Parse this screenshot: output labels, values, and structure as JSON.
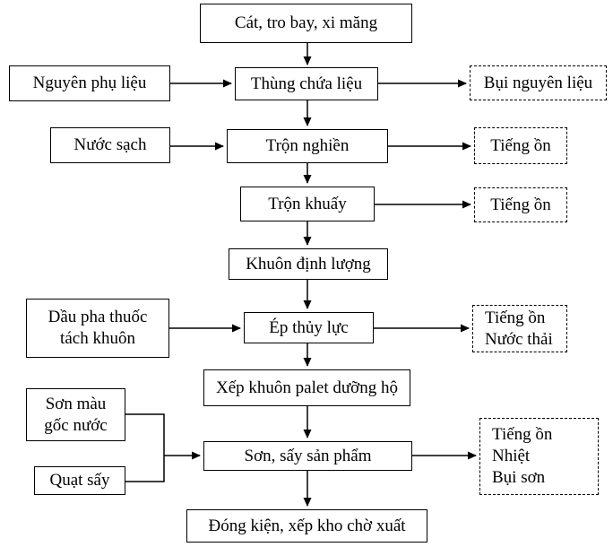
{
  "diagram": {
    "type": "flowchart",
    "language": "vi",
    "colors": {
      "line": "#000000",
      "border": "#000000",
      "text": "#000000",
      "background": "#ffffff"
    },
    "nodes": {
      "cat_tro_bay": {
        "label": "Cát, tro bay, xi măng",
        "style": "solid"
      },
      "thung_chua_lieu": {
        "label": "Thùng chứa liệu",
        "style": "solid"
      },
      "tron_nghien": {
        "label": "Trộn nghiền",
        "style": "solid"
      },
      "tron_khuay": {
        "label": "Trộn khuấy",
        "style": "solid"
      },
      "khuon_dinh_luong": {
        "label": "Khuôn định lượng",
        "style": "solid"
      },
      "ep_thuy_luc": {
        "label": "Ép thủy lực",
        "style": "solid"
      },
      "xep_khuon_palet": {
        "label": "Xếp khuôn palet dưỡng hộ",
        "style": "solid"
      },
      "son_say_san_pham": {
        "label": "Sơn, sấy sản phẩm",
        "style": "solid"
      },
      "dong_kien": {
        "label": "Đóng kiện, xếp kho chờ xuất",
        "style": "solid"
      },
      "nguyen_phu_lieu": {
        "label": "Nguyên phụ liệu",
        "style": "solid"
      },
      "nuoc_sach": {
        "label": "Nước sạch",
        "style": "solid"
      },
      "dau_pha_thuoc": {
        "label": "Dầu pha thuốc\ntách khuôn",
        "style": "solid"
      },
      "son_mau_goc_nuoc": {
        "label": "Sơn màu\ngốc nước",
        "style": "solid"
      },
      "quat_say": {
        "label": "Quạt sấy",
        "style": "solid"
      },
      "bui_nguyen_lieu": {
        "label": "Bụi nguyên liệu",
        "style": "dashed"
      },
      "tieng_on_1": {
        "label": "Tiếng ồn",
        "style": "dashed"
      },
      "tieng_on_2": {
        "label": "Tiếng ồn",
        "style": "dashed"
      },
      "tieng_on_nuoc_thai": {
        "label": "Tiếng ồn\nNước thải",
        "style": "dashed"
      },
      "tieng_on_nhiet_bui_son": {
        "label": "Tiếng ồn\nNhiệt\nBụi sơn",
        "style": "dashed"
      }
    },
    "edges": [
      {
        "from": "cat_tro_bay",
        "to": "thung_chua_lieu",
        "arrow": true
      },
      {
        "from": "nguyen_phu_lieu",
        "to": "thung_chua_lieu",
        "arrow": true
      },
      {
        "from": "thung_chua_lieu",
        "to": "bui_nguyen_lieu",
        "arrow": true
      },
      {
        "from": "thung_chua_lieu",
        "to": "tron_nghien",
        "arrow": true
      },
      {
        "from": "nuoc_sach",
        "to": "tron_nghien",
        "arrow": true
      },
      {
        "from": "tron_nghien",
        "to": "tieng_on_1",
        "arrow": true
      },
      {
        "from": "tron_nghien",
        "to": "tron_khuay",
        "arrow": true
      },
      {
        "from": "tron_khuay",
        "to": "tieng_on_2",
        "arrow": true
      },
      {
        "from": "tron_khuay",
        "to": "khuon_dinh_luong",
        "arrow": true
      },
      {
        "from": "khuon_dinh_luong",
        "to": "ep_thuy_luc",
        "arrow": true
      },
      {
        "from": "dau_pha_thuoc",
        "to": "ep_thuy_luc",
        "arrow": true
      },
      {
        "from": "ep_thuy_luc",
        "to": "tieng_on_nuoc_thai",
        "arrow": true
      },
      {
        "from": "ep_thuy_luc",
        "to": "xep_khuon_palet",
        "arrow": true
      },
      {
        "from": "xep_khuon_palet",
        "to": "son_say_san_pham",
        "arrow": true
      },
      {
        "from": "son_mau_goc_nuoc",
        "to": "son_say_san_pham",
        "arrow": true,
        "via": "join-line"
      },
      {
        "from": "quat_say",
        "to": "son_say_san_pham",
        "arrow": true,
        "via": "join-line"
      },
      {
        "from": "son_say_san_pham",
        "to": "tieng_on_nhiet_bui_son",
        "arrow": true
      },
      {
        "from": "son_say_san_pham",
        "to": "dong_kien",
        "arrow": true
      }
    ]
  }
}
